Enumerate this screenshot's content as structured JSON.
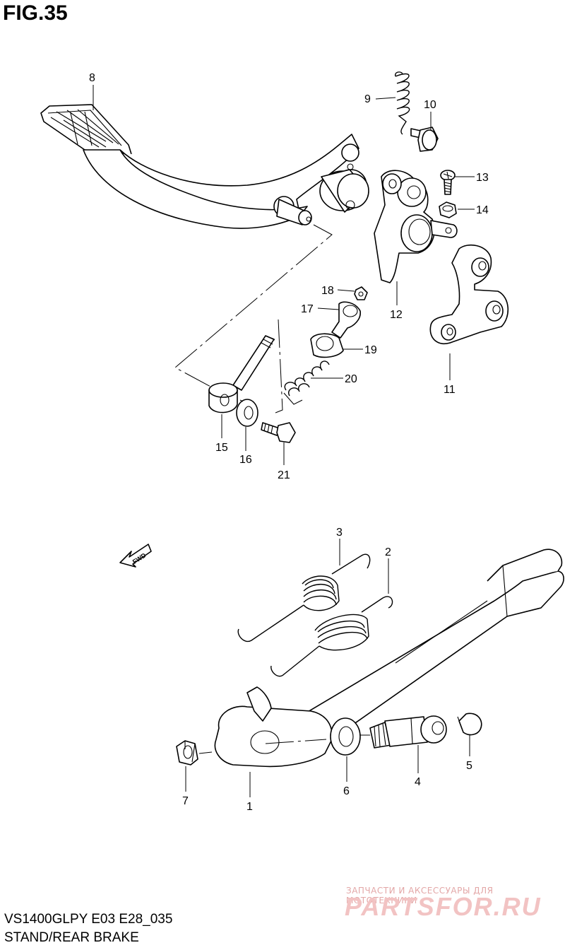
{
  "figure_title": "FIG.35",
  "footer": {
    "model_code": "VS1400GLPY E03 E28_035",
    "section_name": "STAND/REAR BRAKE"
  },
  "watermark": {
    "tagline": "ЗАПЧАСТИ И АКСЕССУАРЫ ДЛЯ МОТОТЕХНИКИ",
    "logo": "PARTSFOR.RU"
  },
  "direction_marker": "FWD",
  "part_labels": {
    "p1": "1",
    "p2": "2",
    "p3": "3",
    "p4": "4",
    "p5": "5",
    "p6": "6",
    "p7": "7",
    "p8": "8",
    "p9": "9",
    "p10": "10",
    "p11": "11",
    "p12": "12",
    "p13": "13",
    "p14": "14",
    "p15": "15",
    "p16": "16",
    "p17": "17",
    "p18": "18",
    "p19": "19",
    "p20": "20",
    "p21": "21"
  }
}
